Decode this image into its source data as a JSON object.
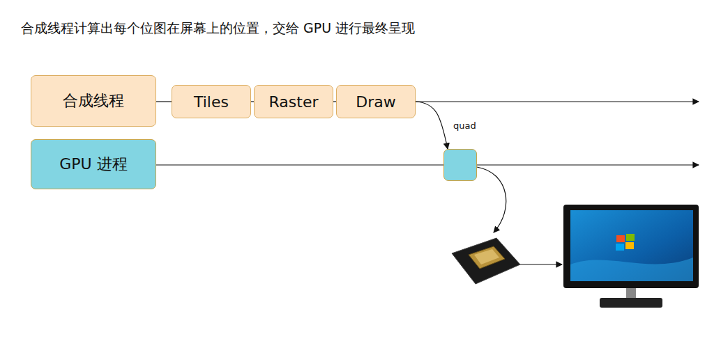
{
  "diagram": {
    "title": "合成线程计算出每个位图在屏幕上的位置，交给 GPU 进行最终呈现",
    "nodes": [
      {
        "text": [
          "合成线程"
        ]
      },
      {
        "text": [
          "Tiles"
        ]
      },
      {
        "text": [
          "Raster"
        ]
      },
      {
        "text": [
          "Draw"
        ]
      },
      {
        "text": [
          "GPU 进程"
        ]
      },
      {
        "text": []
      }
    ],
    "edges": [
      {
        "from": 0,
        "to": 1,
        "arrow": "none"
      },
      {
        "from": 1,
        "to": 2,
        "arrow": "none"
      },
      {
        "from": 2,
        "to": 3,
        "arrow": "none"
      },
      {
        "from": 4,
        "to": 5,
        "arrow": "none"
      },
      {
        "from": 3,
        "to": 5,
        "label": "quad",
        "arrow": "to"
      }
    ]
  }
}
